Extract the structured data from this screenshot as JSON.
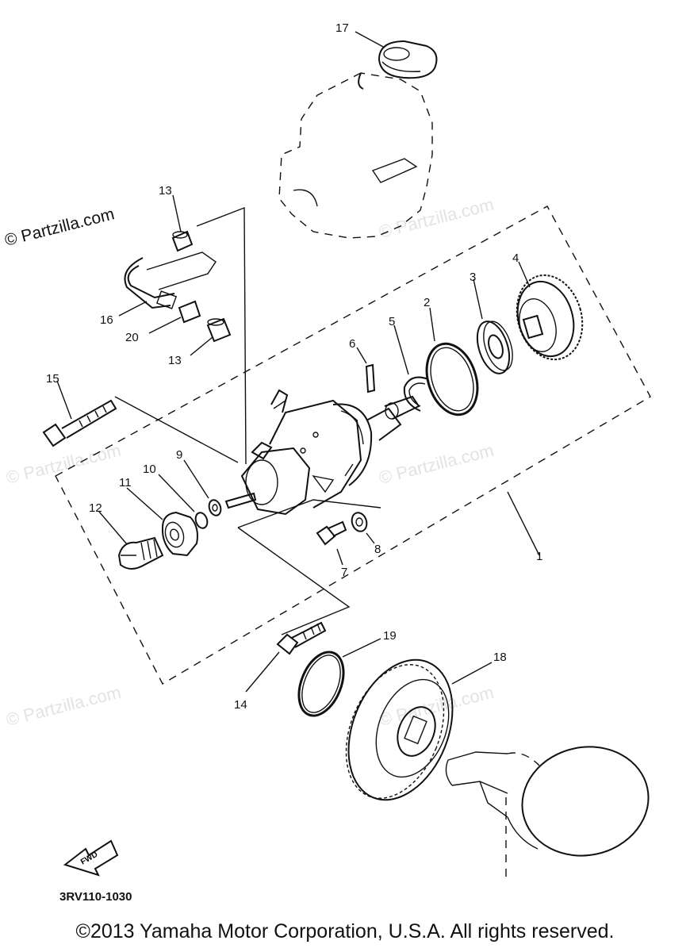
{
  "watermarks": {
    "primary": "© Partzilla.com",
    "faded": [
      "© Partzilla.com",
      "© Partzilla.com",
      "© Partzilla.com",
      "© Partzilla.com",
      "© Partzilla.com"
    ]
  },
  "callouts": [
    "1",
    "2",
    "3",
    "4",
    "5",
    "6",
    "7",
    "8",
    "9",
    "10",
    "11",
    "12",
    "13",
    "13",
    "14",
    "15",
    "16",
    "17",
    "18",
    "19",
    "20"
  ],
  "fwd_label": "FWD",
  "drawing_code": "3RV110-1030",
  "copyright": "©2013 Yamaha Motor Corporation, U.S.A. All rights reserved."
}
